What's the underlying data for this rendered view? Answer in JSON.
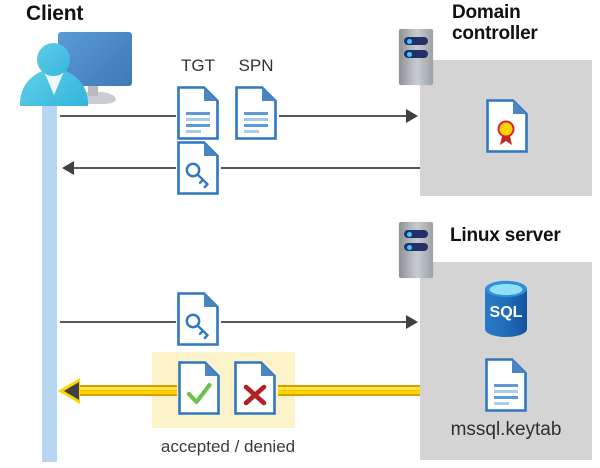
{
  "diagram": {
    "title": "Kerberos authentication flow between client, domain controller and Linux server",
    "background": "#ffffff",
    "colors": {
      "lifeline": "#b8d5f2",
      "panel_gray": "#d4d4d4",
      "arrow_gray": "#57585a",
      "arrow_yellow": "#ffd400",
      "highlight_yellow": "#fdf3ca",
      "doc_blue": "#2f77c0",
      "accent_blue": "#4a86c4",
      "sql_blue": "#1f6bb8",
      "check_green": "#6cc24a",
      "cross_red": "#b52025",
      "seal_gold": "#ffd200"
    }
  },
  "actors": {
    "client": {
      "label": "Client",
      "icon": "user-computer-icon"
    },
    "domain_controller": {
      "label": "Domain\ncontroller",
      "label_line1": "Domain",
      "label_line2": "controller",
      "icon": "server-icon",
      "contents": [
        {
          "name": "certificate-document-icon",
          "label": ""
        }
      ]
    },
    "linux_server": {
      "label": "Linux server",
      "icon": "server-icon",
      "contents": [
        {
          "name": "sql-database-icon",
          "label": "SQL"
        },
        {
          "name": "keytab-document-icon",
          "label": "mssql.keytab"
        }
      ]
    }
  },
  "messages": [
    {
      "id": "msg-1",
      "direction": "client-to-dc",
      "arrow_color": "#57585a",
      "artifacts": [
        {
          "label": "TGT",
          "icon": "document-icon"
        },
        {
          "label": "SPN",
          "icon": "document-icon"
        }
      ]
    },
    {
      "id": "msg-2",
      "direction": "dc-to-client",
      "arrow_color": "#57585a",
      "artifacts": [
        {
          "label": "",
          "icon": "key-document-icon"
        }
      ]
    },
    {
      "id": "msg-3",
      "direction": "client-to-linux",
      "arrow_color": "#57585a",
      "artifacts": [
        {
          "label": "",
          "icon": "key-document-icon"
        }
      ]
    },
    {
      "id": "msg-4",
      "direction": "linux-to-client",
      "arrow_color": "#ffd400",
      "highlighted": true,
      "caption": "accepted / denied",
      "artifacts": [
        {
          "label": "accepted",
          "icon": "document-check-icon"
        },
        {
          "label": "denied",
          "icon": "document-cross-icon"
        }
      ]
    }
  ],
  "labels": {
    "tgt": "TGT",
    "spn": "SPN",
    "accepted_denied": "accepted / denied",
    "keytab_file": "mssql.keytab",
    "sql": "SQL"
  }
}
